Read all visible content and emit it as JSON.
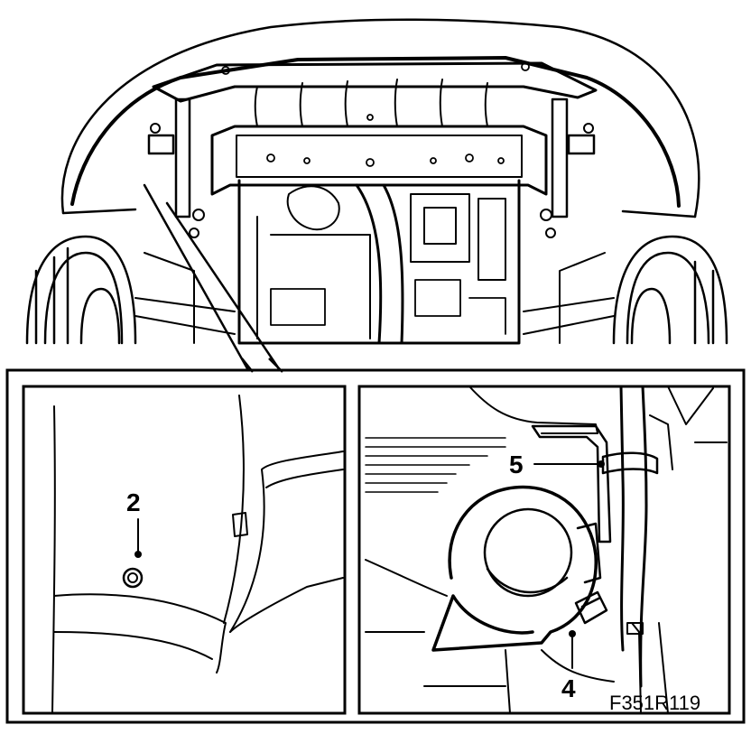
{
  "figure": {
    "code": "F351R119",
    "callouts": {
      "left_panel": "2",
      "right_top": "5",
      "right_bottom": "4"
    }
  },
  "colors": {
    "line": "#000000",
    "background": "#ffffff"
  }
}
